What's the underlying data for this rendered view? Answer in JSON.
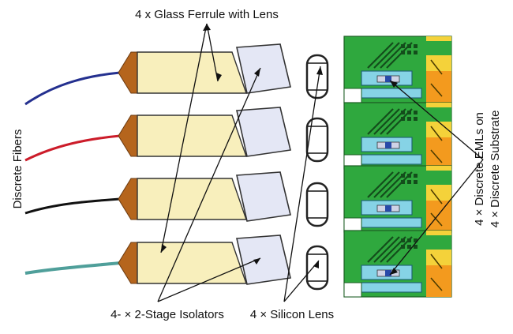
{
  "labels": {
    "ferrule": "4 x Glass Ferrule with Lens",
    "isolators": "4- × 2-Stage Isolators",
    "lens": "4 × Silicon Lens",
    "fibers": "Discrete Fibers",
    "emls_line1": "4 × Discrete EMLs on",
    "emls_line2": "4 × Discrete Substrate"
  },
  "colors": {
    "ferrule_fill": "#f8efbc",
    "ferrule_cap": "#b5651d",
    "isolator_fill": "#e4e7f5",
    "substrate_green": "#2fa83e",
    "substrate_orange": "#f39a1e",
    "substrate_yellow": "#f4d23a",
    "chip_cyan": "#86d3e6",
    "fibers": [
      "#24308f",
      "#cc1c2a",
      "#111111",
      "#4f9f9a"
    ]
  }
}
